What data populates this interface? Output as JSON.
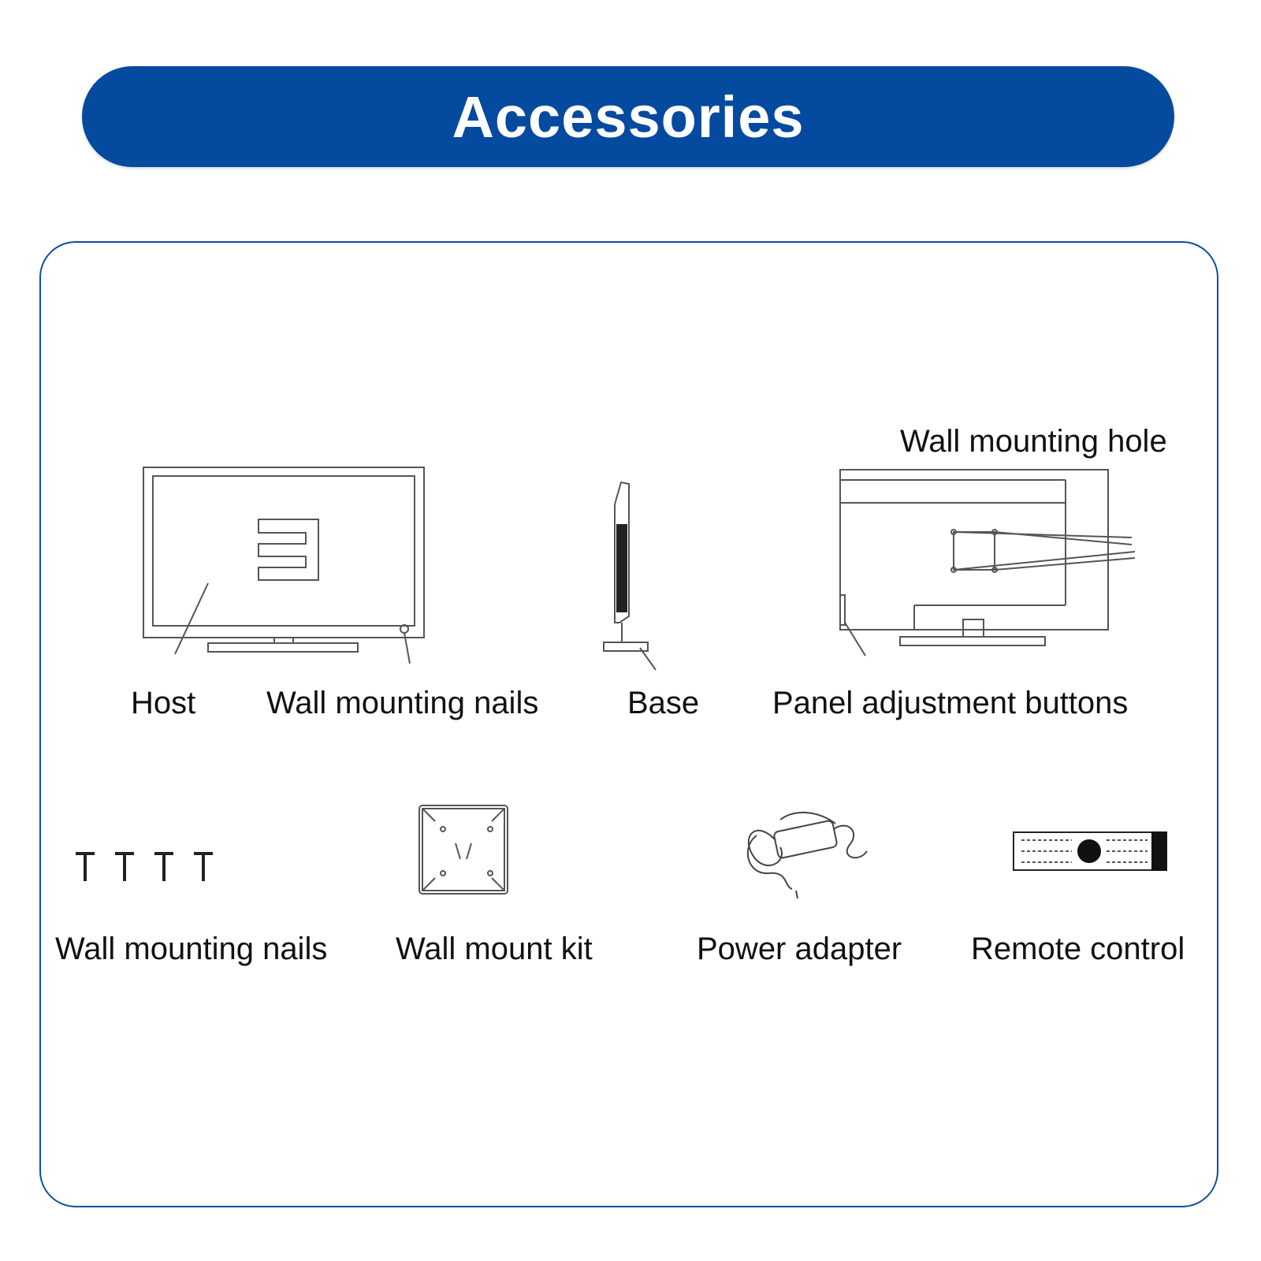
{
  "header": {
    "title": "Accessories"
  },
  "diagram": {
    "labels": {
      "wall_mounting_hole": "Wall mounting hole",
      "host": "Host",
      "wall_mounting_nails_top": "Wall mounting nails",
      "base": "Base",
      "panel_adjustment_buttons": "Panel adjustment buttons"
    }
  },
  "accessories": [
    {
      "label": "Wall mounting nails",
      "icon": "nails-icon"
    },
    {
      "label": "Wall mount kit",
      "icon": "wall-mount-kit-icon"
    },
    {
      "label": "Power adapter",
      "icon": "power-adapter-icon"
    },
    {
      "label": "Remote control",
      "icon": "remote-control-icon"
    }
  ],
  "colors": {
    "banner": "#044a9e",
    "panel_border": "#0a4fa0",
    "line_art": "#555555"
  }
}
